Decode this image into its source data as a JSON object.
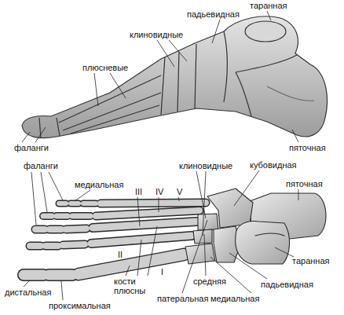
{
  "diagram": {
    "labels": [
      "таранная",
      "падьевидная",
      "клиновидные",
      "плюсневые",
      "фаланги",
      "пяточная",
      "фаланги",
      "медиальная",
      "III",
      "IV",
      "V",
      "клиновидные",
      "кубовидная",
      "пяточная",
      "II",
      "таранная",
      "кости плюсны",
      "средняя",
      "падьевидная",
      "I",
      "дистальная",
      "патеральная",
      "медиальная",
      "проксимальная"
    ]
  }
}
